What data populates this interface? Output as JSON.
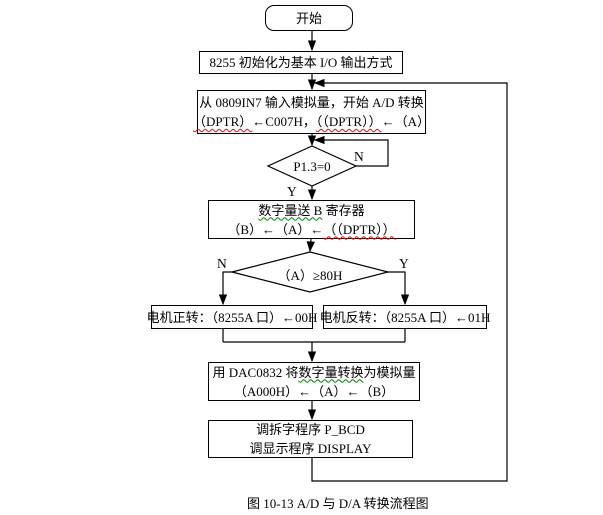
{
  "diagram": {
    "caption": "图 10-13 A/D 与 D/A 转换流程图",
    "colors": {
      "line": "#000000",
      "spellcheck_red": "#ff0000",
      "grammar_green": "#008000",
      "background": "#ffffff"
    },
    "branch_labels": {
      "poll_no": "N",
      "poll_yes": "Y",
      "cmp_no": "N",
      "cmp_yes": "Y"
    },
    "nodes": {
      "start": "开始",
      "init": "8255 初始化为基本 I/O 输出方式",
      "adc_line1": "从 0809IN7 输入模拟量，开始 A/D 转换",
      "adc_l2_p1": "（DPTR）",
      "adc_l2_p2": "←C007H，",
      "adc_l2_p3": "（（DPTR））",
      "adc_l2_p4": "←（A）",
      "poll": "P1.3=0",
      "store_l1_p1": "数字量送 B",
      "store_l1_p2": " 寄存器",
      "store_l2_p1": "（B）←（A）←",
      "store_l2_p2": "（（DPTR））",
      "compare": "（A）≥80H",
      "motor_fwd": "电机正转：（8255A 口）←00H",
      "motor_rev": "电机反转：（8255A 口）←01H",
      "dac_l1_p1": "用 DAC0832 将",
      "dac_l1_p2": "数字量转换",
      "dac_l1_p3": "为模拟量",
      "dac_line2": "（A000H）←（A）←（B）",
      "disp_line1": "调拆字程序 P_BCD",
      "disp_line2": "调显示程序 DISPLAY"
    }
  }
}
